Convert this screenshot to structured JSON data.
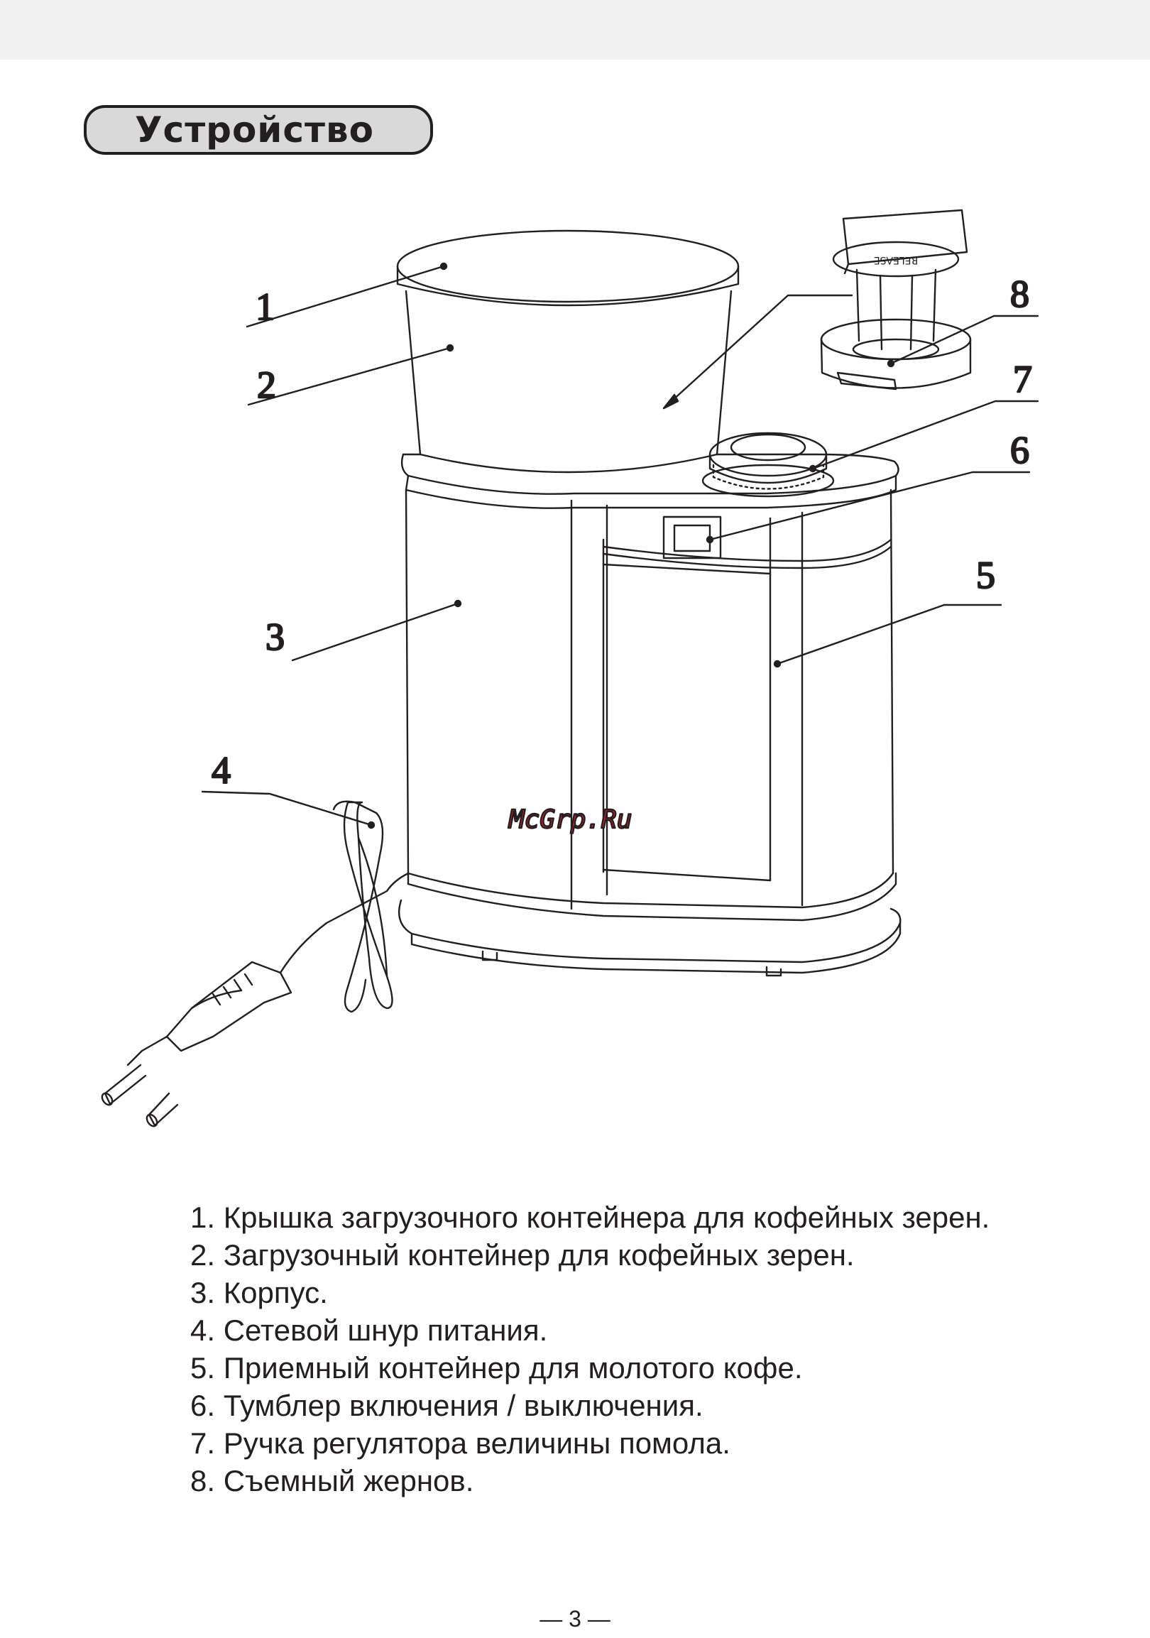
{
  "section": {
    "title": "Устройство"
  },
  "callouts": [
    "1",
    "2",
    "3",
    "4",
    "5",
    "6",
    "7",
    "8"
  ],
  "burr_release_text": "RELEASE",
  "watermark": "McGrp.Ru",
  "parts": [
    "1. Крышка загрузочного контейнера для кофейных зерен.",
    "2. Загрузочный контейнер для кофейных зерен.",
    "3. Корпус.",
    "4. Сетевой шнур питания.",
    "5. Приемный контейнер для молотого кофе.",
    "6. Тумблер включения / выключения.",
    "7. Ручка регулятора величины помола.",
    "8. Съемный жернов."
  ],
  "page_number": "— 3 —"
}
